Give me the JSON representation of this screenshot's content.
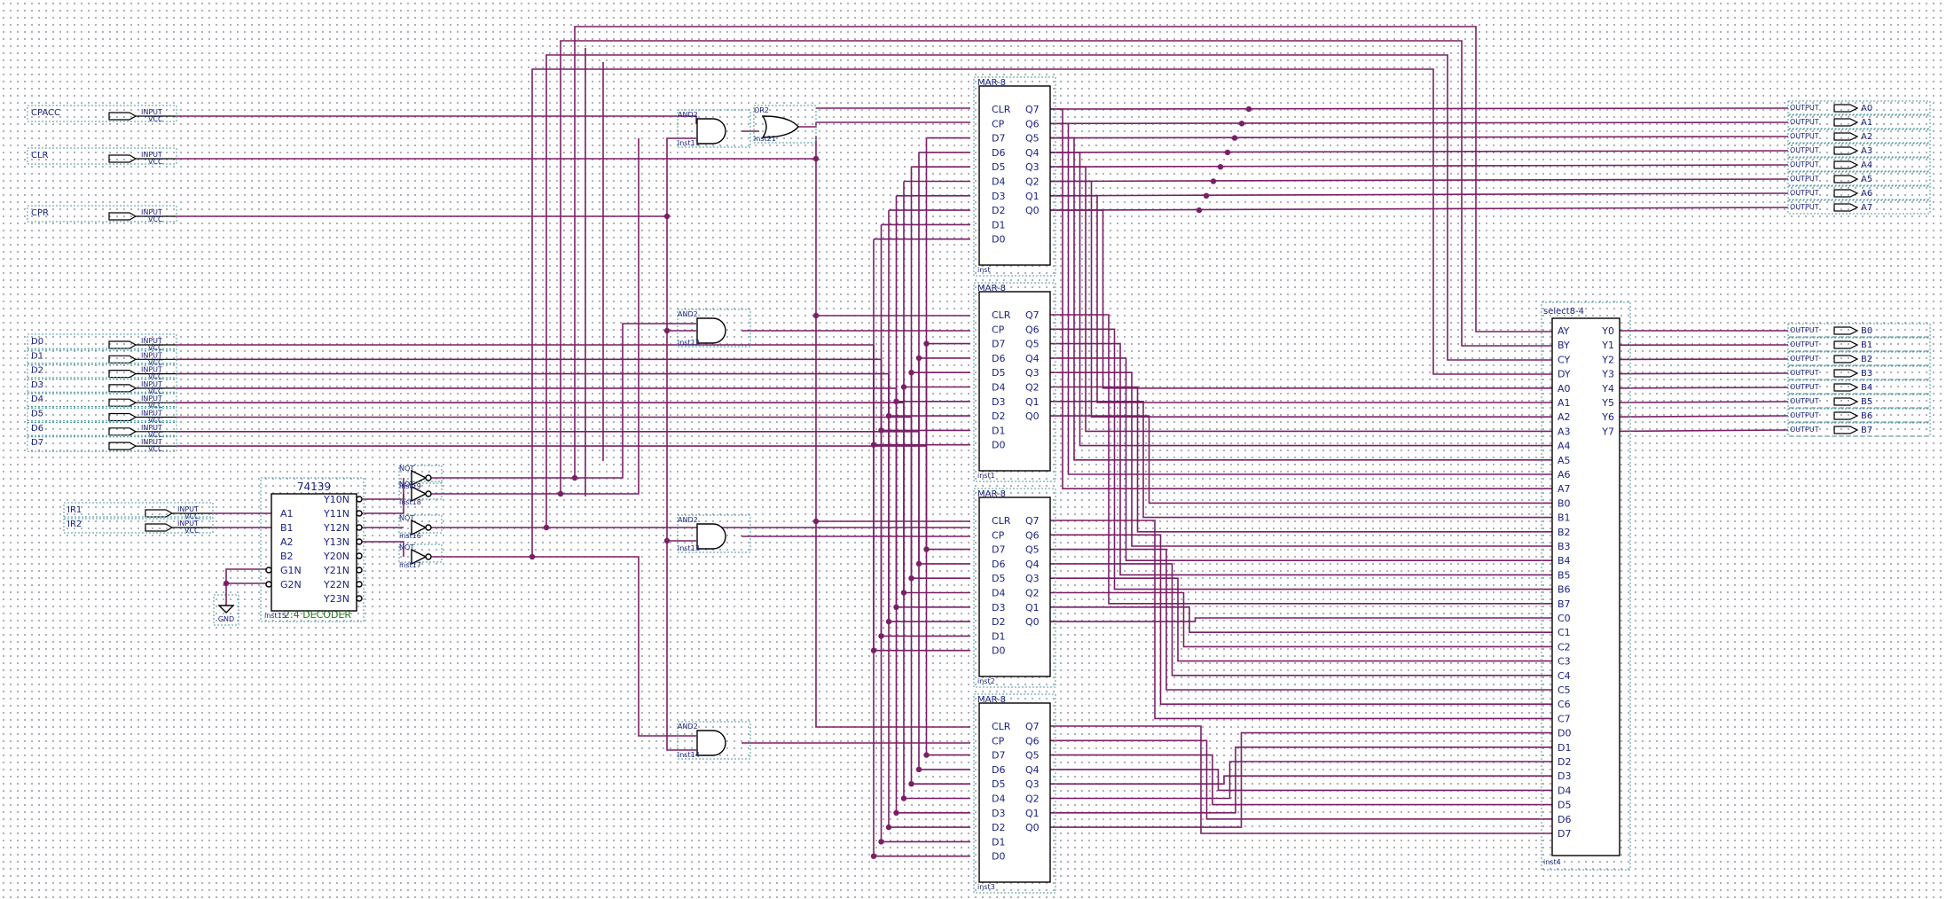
{
  "inputs": [
    {
      "name": "CPACC",
      "kind": "INPUT",
      "vcc": "VCC"
    },
    {
      "name": "CLR",
      "kind": "INPUT",
      "vcc": "VCC"
    },
    {
      "name": "CPR",
      "kind": "INPUT",
      "vcc": "VCC"
    },
    {
      "name": "D0",
      "kind": "INPUT",
      "vcc": "VCC"
    },
    {
      "name": "D1",
      "kind": "INPUT",
      "vcc": "VCC"
    },
    {
      "name": "D2",
      "kind": "INPUT",
      "vcc": "VCC"
    },
    {
      "name": "D3",
      "kind": "INPUT",
      "vcc": "VCC"
    },
    {
      "name": "D4",
      "kind": "INPUT",
      "vcc": "VCC"
    },
    {
      "name": "D5",
      "kind": "INPUT",
      "vcc": "VCC"
    },
    {
      "name": "D6",
      "kind": "INPUT",
      "vcc": "VCC"
    },
    {
      "name": "D7",
      "kind": "INPUT",
      "vcc": "VCC"
    },
    {
      "name": "IR1",
      "kind": "INPUT",
      "vcc": "VCC"
    },
    {
      "name": "IR2",
      "kind": "INPUT",
      "vcc": "VCC"
    }
  ],
  "outputs_a": [
    {
      "name": "A0",
      "kind": "OUTPUT"
    },
    {
      "name": "A1",
      "kind": "OUTPUT"
    },
    {
      "name": "A2",
      "kind": "OUTPUT"
    },
    {
      "name": "A3",
      "kind": "OUTPUT"
    },
    {
      "name": "A4",
      "kind": "OUTPUT"
    },
    {
      "name": "A5",
      "kind": "OUTPUT"
    },
    {
      "name": "A6",
      "kind": "OUTPUT"
    },
    {
      "name": "A7",
      "kind": "OUTPUT"
    }
  ],
  "outputs_b": [
    {
      "name": "B0",
      "kind": "OUTPUT"
    },
    {
      "name": "B1",
      "kind": "OUTPUT"
    },
    {
      "name": "B2",
      "kind": "OUTPUT"
    },
    {
      "name": "B3",
      "kind": "OUTPUT"
    },
    {
      "name": "B4",
      "kind": "OUTPUT"
    },
    {
      "name": "B5",
      "kind": "OUTPUT"
    },
    {
      "name": "B6",
      "kind": "OUTPUT"
    },
    {
      "name": "B7",
      "kind": "OUTPUT"
    }
  ],
  "registers": [
    {
      "type": "MAR-8",
      "inst": "inst"
    },
    {
      "type": "MAR-8",
      "inst": "inst1"
    },
    {
      "type": "MAR-8",
      "inst": "inst2"
    },
    {
      "type": "MAR-8",
      "inst": "inst3"
    }
  ],
  "register_left_pins": [
    "CLR",
    "CP",
    "D7",
    "D6",
    "D5",
    "D4",
    "D3",
    "D2",
    "D1",
    "D0"
  ],
  "register_right_pins": [
    "Q7",
    "Q6",
    "Q5",
    "Q4",
    "Q3",
    "Q2",
    "Q1",
    "Q0"
  ],
  "gates": [
    {
      "type": "AND2",
      "inst": "inst11"
    },
    {
      "type": "OR2",
      "inst": "inst21"
    },
    {
      "type": "AND2",
      "inst": "inst12"
    },
    {
      "type": "AND2",
      "inst": "inst13"
    },
    {
      "type": "AND2",
      "inst": "inst14"
    }
  ],
  "inverters": [
    {
      "type": "NOT",
      "inst": "inst19"
    },
    {
      "type": "NOT",
      "inst": "inst18"
    },
    {
      "type": "NOT",
      "inst": "inst16"
    },
    {
      "type": "NOT",
      "inst": "inst17"
    }
  ],
  "decoder": {
    "part": "74139",
    "inst": "inst15",
    "caption": "2:4 DECODER",
    "left_pins": [
      "A1",
      "B1",
      "A2",
      "B2",
      "G1N",
      "G2N"
    ],
    "right_pins": [
      "Y10N",
      "Y11N",
      "Y12N",
      "Y13N",
      "Y20N",
      "Y21N",
      "Y22N",
      "Y23N"
    ]
  },
  "ground": {
    "label": "GND"
  },
  "selector": {
    "type": "select8-4",
    "inst": "inst4",
    "left_pins": [
      "AY",
      "BY",
      "CY",
      "DY",
      "A0",
      "A1",
      "A2",
      "A3",
      "A4",
      "A5",
      "A6",
      "A7",
      "B0",
      "B1",
      "B2",
      "B3",
      "B4",
      "B5",
      "B6",
      "B7",
      "C0",
      "C1",
      "C2",
      "C3",
      "C4",
      "C5",
      "C6",
      "C7",
      "D0",
      "D1",
      "D2",
      "D3",
      "D4",
      "D5",
      "D6",
      "D7"
    ],
    "right_pins": [
      "Y0",
      "Y1",
      "Y2",
      "Y3",
      "Y4",
      "Y5",
      "Y6",
      "Y7"
    ]
  },
  "colors": {
    "wire": "#7a1f66",
    "label": "#1a237e",
    "frame": "#4c9aa0",
    "decoder_caption": "#1b7a1b"
  }
}
